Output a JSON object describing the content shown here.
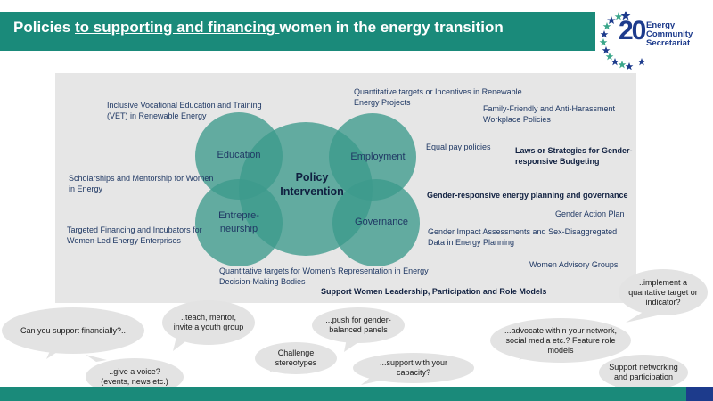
{
  "header": {
    "title_pre": "Policies ",
    "title_underlined": "to supporting and financing ",
    "title_post": "women in the energy transition"
  },
  "logo": {
    "number": "20",
    "line1": "Energy",
    "line2": "Community",
    "line3": "Secretariat"
  },
  "center": {
    "line1": "Policy",
    "line2": "Intervention"
  },
  "circles": {
    "education": "Education",
    "employment": "Employment",
    "entrepreneurship_1": "Entrepre-",
    "entrepreneurship_2": "neurship",
    "governance": "Governance"
  },
  "labels": {
    "vet_1": "Inclusive Vocational Education and Training",
    "vet_2": "(VET) in Renewable Energy",
    "quant_1": "Quantitative targets or Incentives in Renewable",
    "quant_2": "Energy Projects",
    "family_1": "Family-Friendly and Anti-Harassment",
    "family_2": "Workplace Policies",
    "equal_pay": "Equal pay policies",
    "laws_1": "Laws or Strategies for Gender-",
    "laws_2": "responsive Budgeting",
    "scholar_1": "Scholarships and Mentorship for Women",
    "scholar_2": "in Energy",
    "gender_planning": "Gender-responsive energy planning and governance",
    "gender_action": "Gender Action Plan",
    "financing_1": "Targeted Financing and Incubators for",
    "financing_2": "Women-Led Energy Enterprises",
    "impact_1": "Gender Impact Assessments and Sex-Disaggregated",
    "impact_2": "Data in Energy Planning",
    "advisory": "Women Advisory Groups",
    "representation_1": "Quantitative targets for Women's Representation in Energy",
    "representation_2": "Decision-Making Bodies",
    "leadership": "Support Women Leadership, Participation and Role Models"
  },
  "bubbles": {
    "financially": "Can you support financially?..",
    "teach": "..teach, mentor, invite a youth group",
    "panels": "...push for gender-balanced panels",
    "advocate": "...advocate within your network, social media etc.? Feature role models",
    "implement": "..implement a quantative target or indicator?",
    "voice": "..give a voice? (events, news etc.)",
    "stereotypes": "Challenge stereotypes",
    "capacity": "...support with your capacity?",
    "networking": "Support networking and participation"
  },
  "colors": {
    "teal": "#1a8a7a",
    "circle": "#5aaa9e",
    "navy": "#1d3b8c",
    "panel": "#e6e6e6"
  }
}
